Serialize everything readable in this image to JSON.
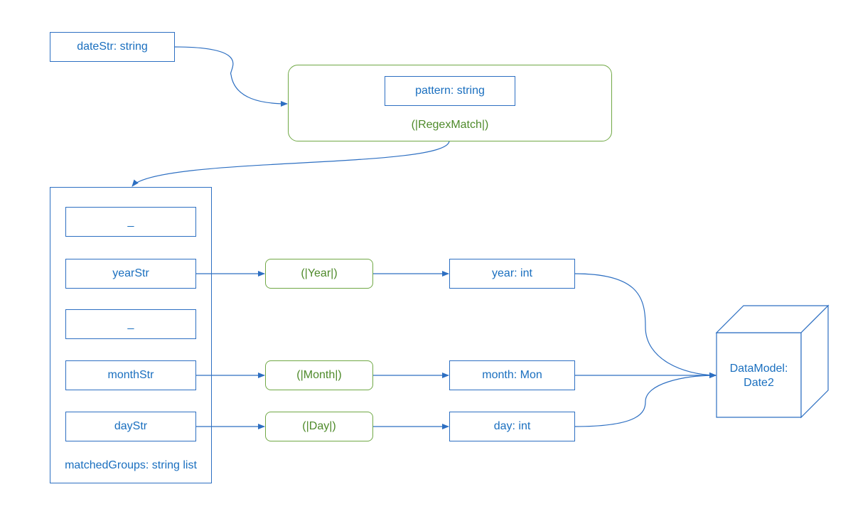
{
  "input": {
    "label": "dateStr: string"
  },
  "regex_match": {
    "pattern_label": "pattern: string",
    "title": "(|RegexMatch|)"
  },
  "matched_groups": {
    "title": "matchedGroups: string list",
    "items": [
      "_",
      "yearStr",
      "_",
      "monthStr",
      "dayStr"
    ]
  },
  "patterns": {
    "year": "(|Year|)",
    "month": "(|Month|)",
    "day": "(|Day|)"
  },
  "outputs": {
    "year": "year: int",
    "month": "month: Mon",
    "day": "day: int"
  },
  "data_model": {
    "line1": "DataModel:",
    "line2": "Date2"
  },
  "colors": {
    "blue": "#2d6fc2",
    "blue_text": "#1a6fbf",
    "green": "#70a845",
    "green_text": "#4e8a2a"
  }
}
